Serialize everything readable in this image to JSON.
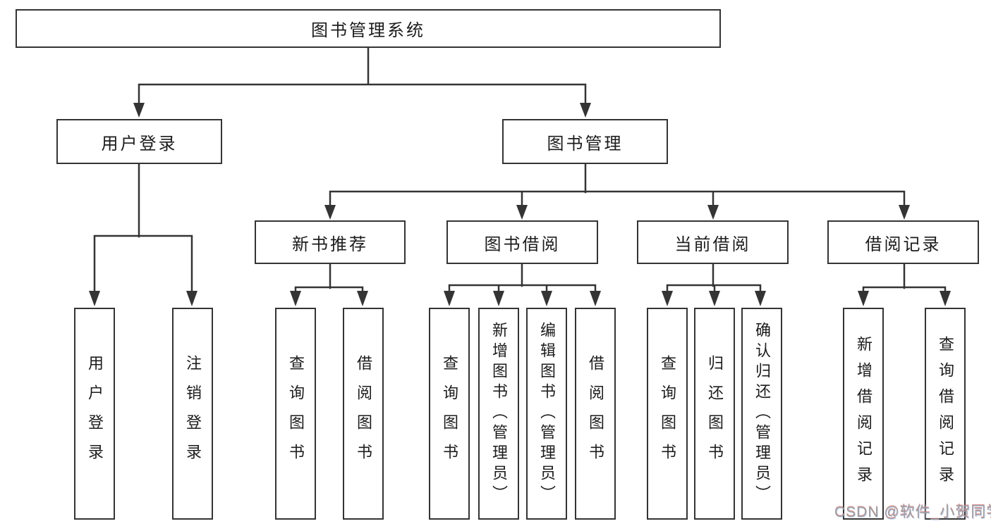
{
  "colors": {
    "line": "#343434",
    "text": "#1c1c1c",
    "watermark_gray": "#9e9e9e",
    "background": "#ffffff"
  },
  "tree": {
    "root": {
      "label": "图书管理系统",
      "children": [
        {
          "label": "用户登录",
          "children": [
            {
              "label": "用户登录"
            },
            {
              "label": "注销登录"
            }
          ]
        },
        {
          "label": "图书管理",
          "children": [
            {
              "label": "新书推荐",
              "children": [
                {
                  "label": "查询图书"
                },
                {
                  "label": "借阅图书"
                }
              ]
            },
            {
              "label": "图书借阅",
              "children": [
                {
                  "label": "查询图书"
                },
                {
                  "label": "新增图书（管理员）"
                },
                {
                  "label": "编辑图书（管理员）"
                },
                {
                  "label": "借阅图书"
                }
              ]
            },
            {
              "label": "当前借阅",
              "children": [
                {
                  "label": "查询图书"
                },
                {
                  "label": "归还图书"
                },
                {
                  "label": "确认归还（管理员）"
                }
              ]
            },
            {
              "label": "借阅记录",
              "children": [
                {
                  "label": "新增借阅记录"
                },
                {
                  "label": "查询借阅记录"
                }
              ]
            }
          ]
        }
      ]
    }
  },
  "watermark": {
    "text": "CSDN @软件_小贺同学"
  }
}
